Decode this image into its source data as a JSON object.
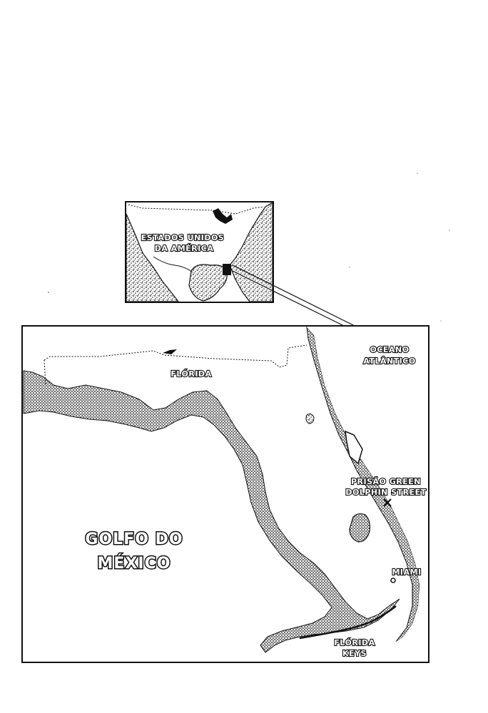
{
  "inset_map": {
    "label_line1": "ESTADOS UNIDOS",
    "label_line2": "DA AMÉRICA"
  },
  "main_map": {
    "florida_label": "FLÓRIDA",
    "ocean_line1": "OCEANO",
    "ocean_line2": "ATLÂNTICO",
    "gulf_line1": "GOLFO DO",
    "gulf_line2": "MÉXICO",
    "prison_line1": "PRISÃO GREEN",
    "prison_line2": "DOLPHIN STREET",
    "miami_label": "MIAMI",
    "keys_line1": "FLÓRIDA",
    "keys_line2": "KEYS"
  },
  "colors": {
    "ink": "#111111",
    "paper": "#ffffff",
    "stipple": "#2a2a2a"
  }
}
